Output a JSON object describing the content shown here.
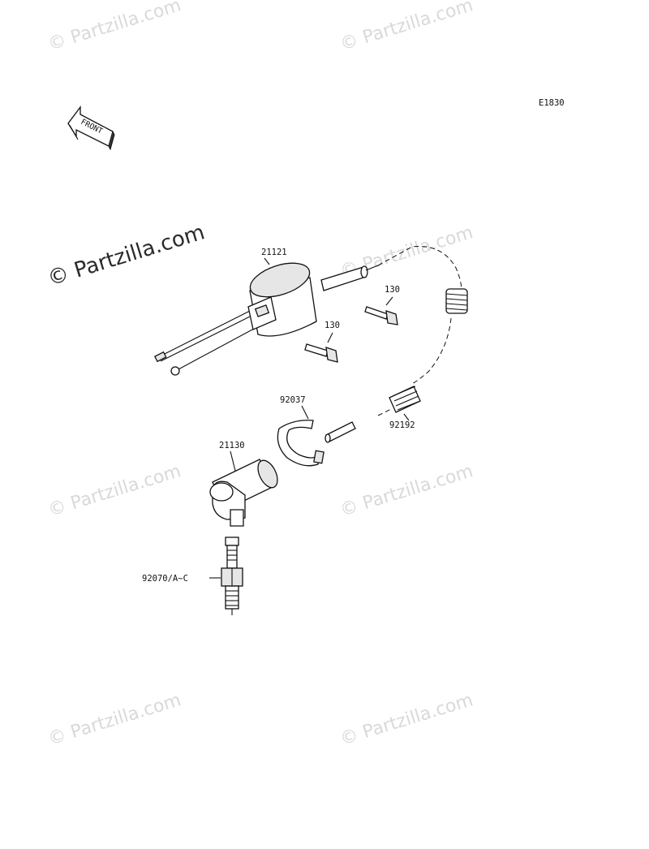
{
  "diagram_code": "E1830",
  "front_label": "FRONT",
  "watermark": "© Partzilla.com",
  "callouts": {
    "ignition_coil": "21121",
    "bolt_upper": "130",
    "bolt_lower": "130",
    "clamp": "92037",
    "spring_cap": "92192",
    "plug_cap": "21130",
    "spark_plug": "92070/A~C"
  }
}
